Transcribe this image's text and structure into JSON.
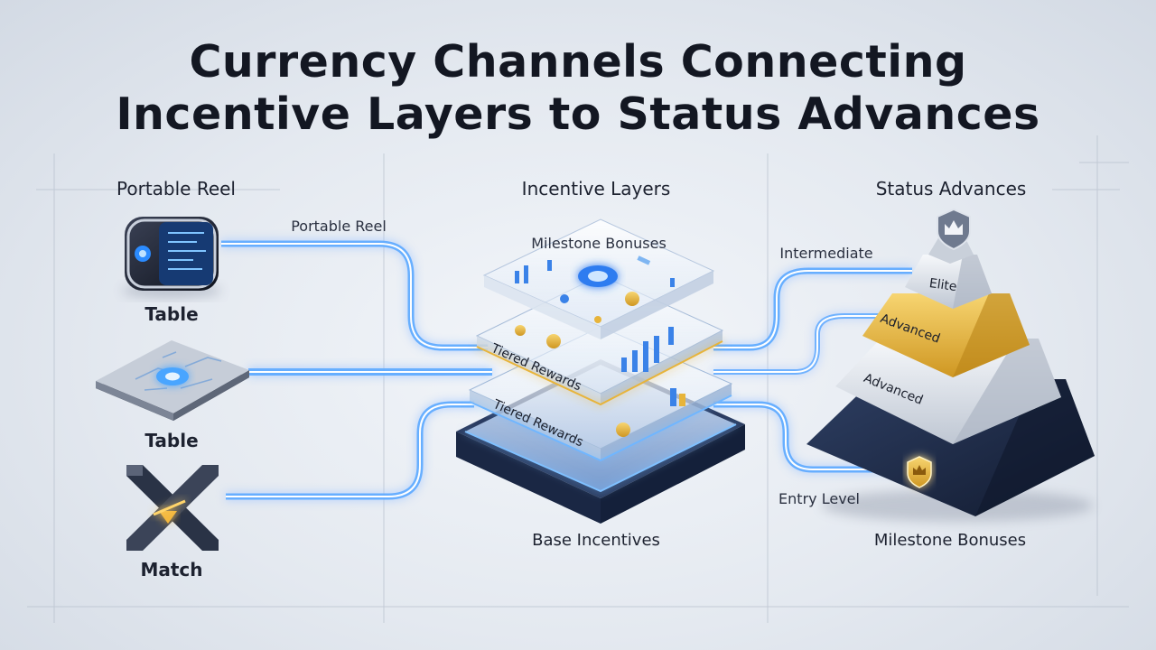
{
  "title": {
    "line1": "Currency Channels Connecting",
    "line2": "Incentive Layers to Status Advances"
  },
  "columns": {
    "left": "Portable Reel",
    "center": "Incentive Layers",
    "right": "Status Advances"
  },
  "sources": [
    {
      "label": "Table",
      "icon": "reel-device-icon"
    },
    {
      "label": "Table",
      "icon": "circuit-board-icon"
    },
    {
      "label": "Match",
      "icon": "crossed-bars-icon"
    }
  ],
  "channel_labels": {
    "top_left": "Portable Reel",
    "top_right": "Intermediate",
    "bottom_right": "Entry Level"
  },
  "layers": {
    "top": "Milestone Bonuses",
    "middle": "Tiered Rewards",
    "lower": "Tiered Rewards",
    "base": "Base Incentives"
  },
  "pyramid": {
    "tier1": "Elite",
    "tier2": "Advanced",
    "tier3": "Advanced",
    "footer": "Milestone Bonuses"
  },
  "colors": {
    "glow": "#4a9dff",
    "gold": "#e7b43a",
    "navy": "#1c2a4a",
    "silver": "#d9dee6"
  }
}
